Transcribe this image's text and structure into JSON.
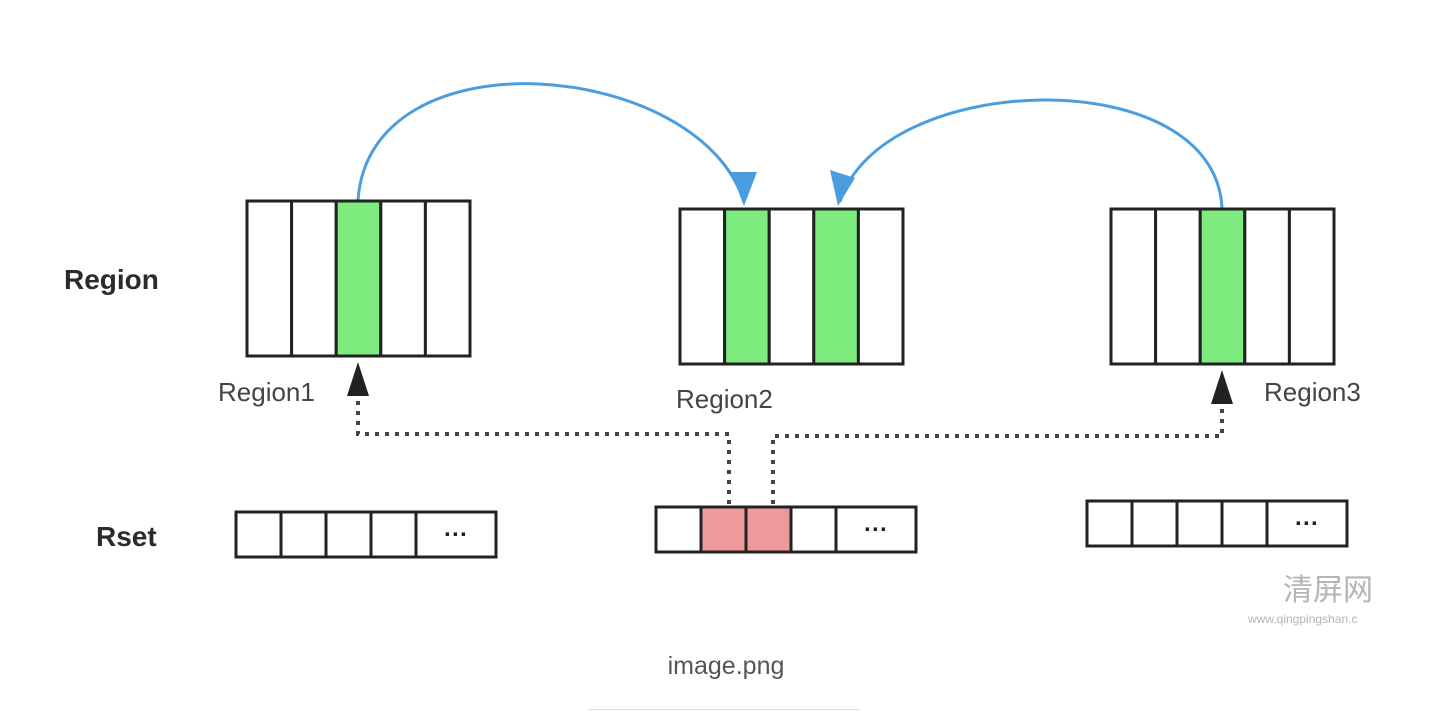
{
  "diagram": {
    "row_labels": {
      "region": "Region",
      "rset": "Rset"
    },
    "regions": [
      {
        "label": "Region1",
        "cells": 5,
        "green_cells": [
          2
        ]
      },
      {
        "label": "Region2",
        "cells": 5,
        "green_cells": [
          1,
          3
        ]
      },
      {
        "label": "Region3",
        "cells": 5,
        "green_cells": [
          2
        ]
      }
    ],
    "rsets": [
      {
        "cells": 4,
        "highlight_cells": [],
        "ellipsis": "···"
      },
      {
        "cells": 4,
        "highlight_cells": [
          1,
          2
        ],
        "ellipsis": "···"
      },
      {
        "cells": 4,
        "highlight_cells": [],
        "ellipsis": "···"
      }
    ],
    "watermark": {
      "text": "清屏网",
      "url": "www.qingpingshan.c"
    }
  },
  "colors": {
    "cell_green": "#7EEB7E",
    "cell_pink": "#EE9A9A",
    "reference_arrow": "#4A9EE0",
    "border": "#222222",
    "dotted": "#444444"
  },
  "caption": "image.png"
}
